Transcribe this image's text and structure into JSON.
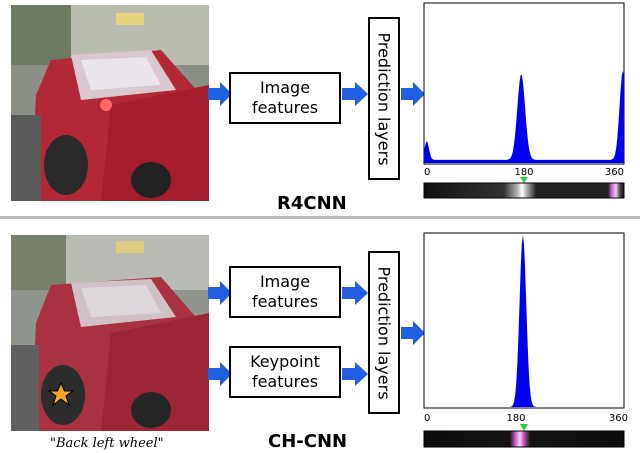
{
  "diagram": {
    "top": {
      "title": "R4CNN",
      "features_label": "Image\nfeatures",
      "prediction_label": "Prediction layers",
      "xticks": [
        "0",
        "180",
        "360"
      ],
      "marker_value": 180
    },
    "bottom": {
      "title": "CH-CNN",
      "image_features_label": "Image\nfeatures",
      "keypoint_features_label": "Keypoint\nfeatures",
      "prediction_label": "Prediction layers",
      "caption": "\"Back left wheel\"",
      "xticks": [
        "0",
        "180",
        "360"
      ],
      "marker_value": 180
    }
  },
  "colors": {
    "arrow": "#1f5fe0",
    "distribution": "#0000ee",
    "marker": "#2ecc40",
    "star": "#f5a623"
  },
  "chart_data": [
    {
      "type": "area",
      "name": "R4CNN viewpoint distribution",
      "xlim": [
        0,
        360
      ],
      "peaks": [
        {
          "center": 175,
          "width": 7,
          "height": 0.55
        },
        {
          "center": 358,
          "width": 6,
          "height": 0.57
        },
        {
          "center": 5,
          "width": 4,
          "height": 0.12
        }
      ],
      "baseline": 0.02
    },
    {
      "type": "area",
      "name": "CH-CNN viewpoint distribution",
      "xlim": [
        0,
        360
      ],
      "peaks": [
        {
          "center": 178,
          "width": 6,
          "height": 1.0
        }
      ],
      "baseline": 0.0
    }
  ]
}
